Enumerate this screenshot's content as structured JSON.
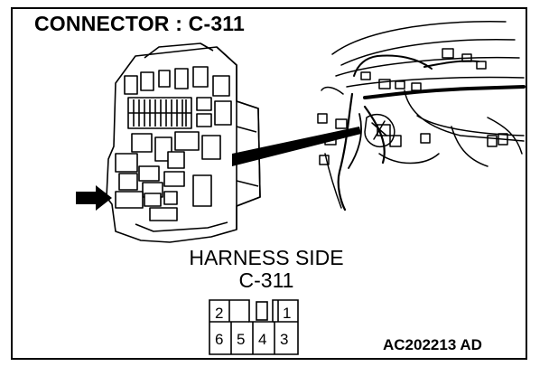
{
  "title": "CONNECTOR : C-311",
  "harness": {
    "line1": "HARNESS SIDE",
    "line2": "C-311"
  },
  "pins": {
    "top_left": "2",
    "top_right": "1",
    "bottom": [
      "6",
      "5",
      "4",
      "3"
    ]
  },
  "drawing_code": "AC202213 AD",
  "colors": {
    "ink": "#000000",
    "paper": "#ffffff"
  },
  "icons": [
    "pointer-arrow-icon",
    "callout-wedge-icon"
  ]
}
